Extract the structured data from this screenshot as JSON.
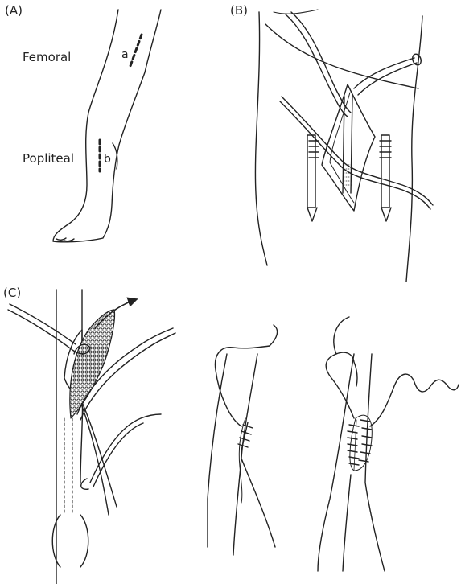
{
  "panels": {
    "a": {
      "letter": "(A)"
    },
    "b": {
      "letter": "(B)"
    },
    "c": {
      "letter": "(C)"
    }
  },
  "labels": {
    "femoral": "Femoral",
    "popliteal": "Popliteal",
    "incision_a": "a",
    "incision_b": "b"
  },
  "colors": {
    "ink": "#222222",
    "background": "#ffffff"
  }
}
